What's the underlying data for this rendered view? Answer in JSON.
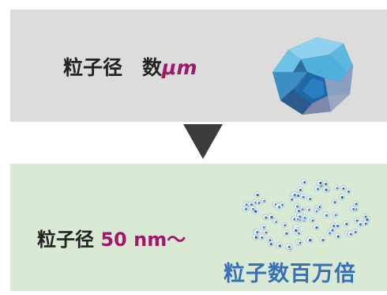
{
  "top": {
    "label": "粒子径",
    "value": "数",
    "unit": "μm"
  },
  "bottom": {
    "label": "粒子径",
    "value": "50 nm〜",
    "note": "粒子数百万倍"
  },
  "colors": {
    "top_panel": "#dcdcdc",
    "bottom_panel": "#d9ead4",
    "accent": "#a2176b",
    "note": "#3770b7",
    "arrow": "#3c3c3c"
  },
  "icons": [
    "truncated-octahedron-particle-icon",
    "nanoparticle-cluster-icon",
    "down-triangle-arrow-icon"
  ]
}
